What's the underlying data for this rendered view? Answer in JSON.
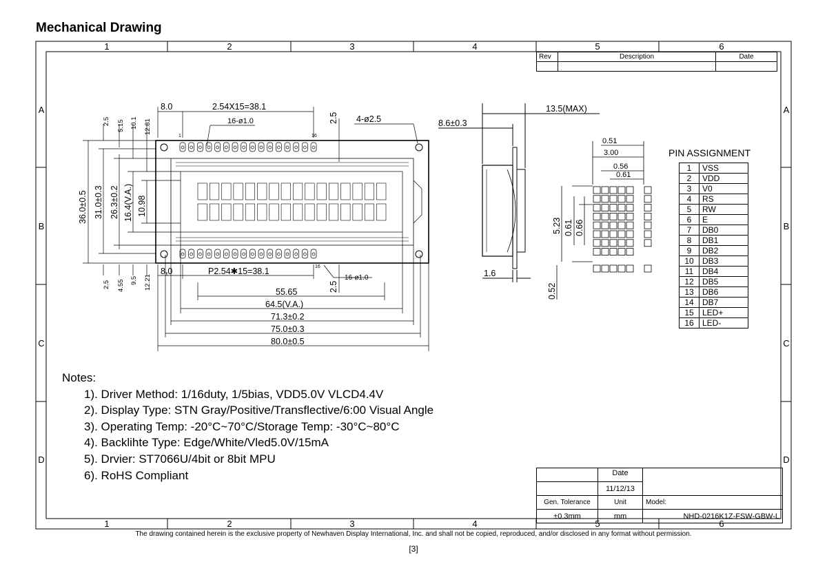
{
  "page_title": "Mechanical Drawing",
  "columns": [
    "1",
    "2",
    "3",
    "4",
    "5",
    "6"
  ],
  "rows": [
    "A",
    "B",
    "C",
    "D"
  ],
  "revision": {
    "rev": "Rev",
    "description": "Description",
    "date": "Date"
  },
  "dims": {
    "d8_top": "8.0",
    "pitch_top": "2.54X15=38.1",
    "d2_5a": "2.5",
    "hole_top": "16-ø1.0",
    "holes4": "4-ø2.5",
    "pin1": "1",
    "pin16": "16",
    "v2_5": "2.5",
    "v5_15": "5.15",
    "v10_1": "10.1",
    "v12_81": "12.81",
    "v36": "36.0±0.5",
    "v31": "31.0±0.3",
    "v26": "26.3±0.2",
    "v16_4": "16.4(V.A.)",
    "v10_98": "10.98",
    "b2_5": "2.5",
    "b4_55": "4.55",
    "b9_5": "9.5",
    "b12_21": "12.21",
    "d8_bot": "8.0",
    "pitch_bot": "P2.54✱15=38.1",
    "d2_5b": "2.5",
    "hole_bot": "16-ø1.0",
    "w55": "55.65",
    "w64": "64.5(V.A.)",
    "w71": "71.3±0.2",
    "w75": "75.0±0.3",
    "w80": "80.0±0.5",
    "side_max": "13.5(MAX)",
    "side_86": "8.6±0.3",
    "side_16": "1.6",
    "c051": "0.51",
    "c300": "3.00",
    "c056": "0.56",
    "c061": "0.61",
    "c523": "5.23",
    "c061v": "0.61",
    "c066": "0.66",
    "c052": "0.52"
  },
  "pin_title": "PIN ASSIGNMENT",
  "pins": [
    {
      "n": "1",
      "s": "VSS"
    },
    {
      "n": "2",
      "s": "VDD"
    },
    {
      "n": "3",
      "s": "V0"
    },
    {
      "n": "4",
      "s": "RS"
    },
    {
      "n": "5",
      "s": "RW"
    },
    {
      "n": "6",
      "s": "E"
    },
    {
      "n": "7",
      "s": "DB0"
    },
    {
      "n": "8",
      "s": "DB1"
    },
    {
      "n": "9",
      "s": "DB2"
    },
    {
      "n": "10",
      "s": "DB3"
    },
    {
      "n": "11",
      "s": "DB4"
    },
    {
      "n": "12",
      "s": "DB5"
    },
    {
      "n": "13",
      "s": "DB6"
    },
    {
      "n": "14",
      "s": "DB7"
    },
    {
      "n": "15",
      "s": "LED+"
    },
    {
      "n": "16",
      "s": "LED-"
    }
  ],
  "notes": {
    "title": "Notes:",
    "items": [
      "1). Driver Method: 1/16duty, 1/5bias, VDD5.0V VLCD4.4V",
      "2). Display Type: STN Gray/Positive/Transflective/6:00 Visual Angle",
      "3). Operating Temp: -20°C~70°C/Storage Temp: -30°C~80°C",
      "4). Backlihte Type: Edge/White/Vled5.0V/15mA",
      "5). Drvier: ST7066U/4bit or 8bit MPU",
      "6). RoHS Compliant"
    ]
  },
  "title_block": {
    "date_label": "Date",
    "date_value": "11/12/13",
    "tol_label": "Gen. Tolerance",
    "tol_value": "±0.3mm",
    "unit_label": "Unit",
    "unit_value": "mm",
    "model_label": "Model:",
    "model_value": "NHD-0216K1Z-FSW-GBW-L"
  },
  "footer": "The drawing contained herein is the exclusive property of Newhaven Display International, Inc. and shall not be copied, reproduced, and/or disclosed in any format without permission.",
  "page_number": "[3]"
}
